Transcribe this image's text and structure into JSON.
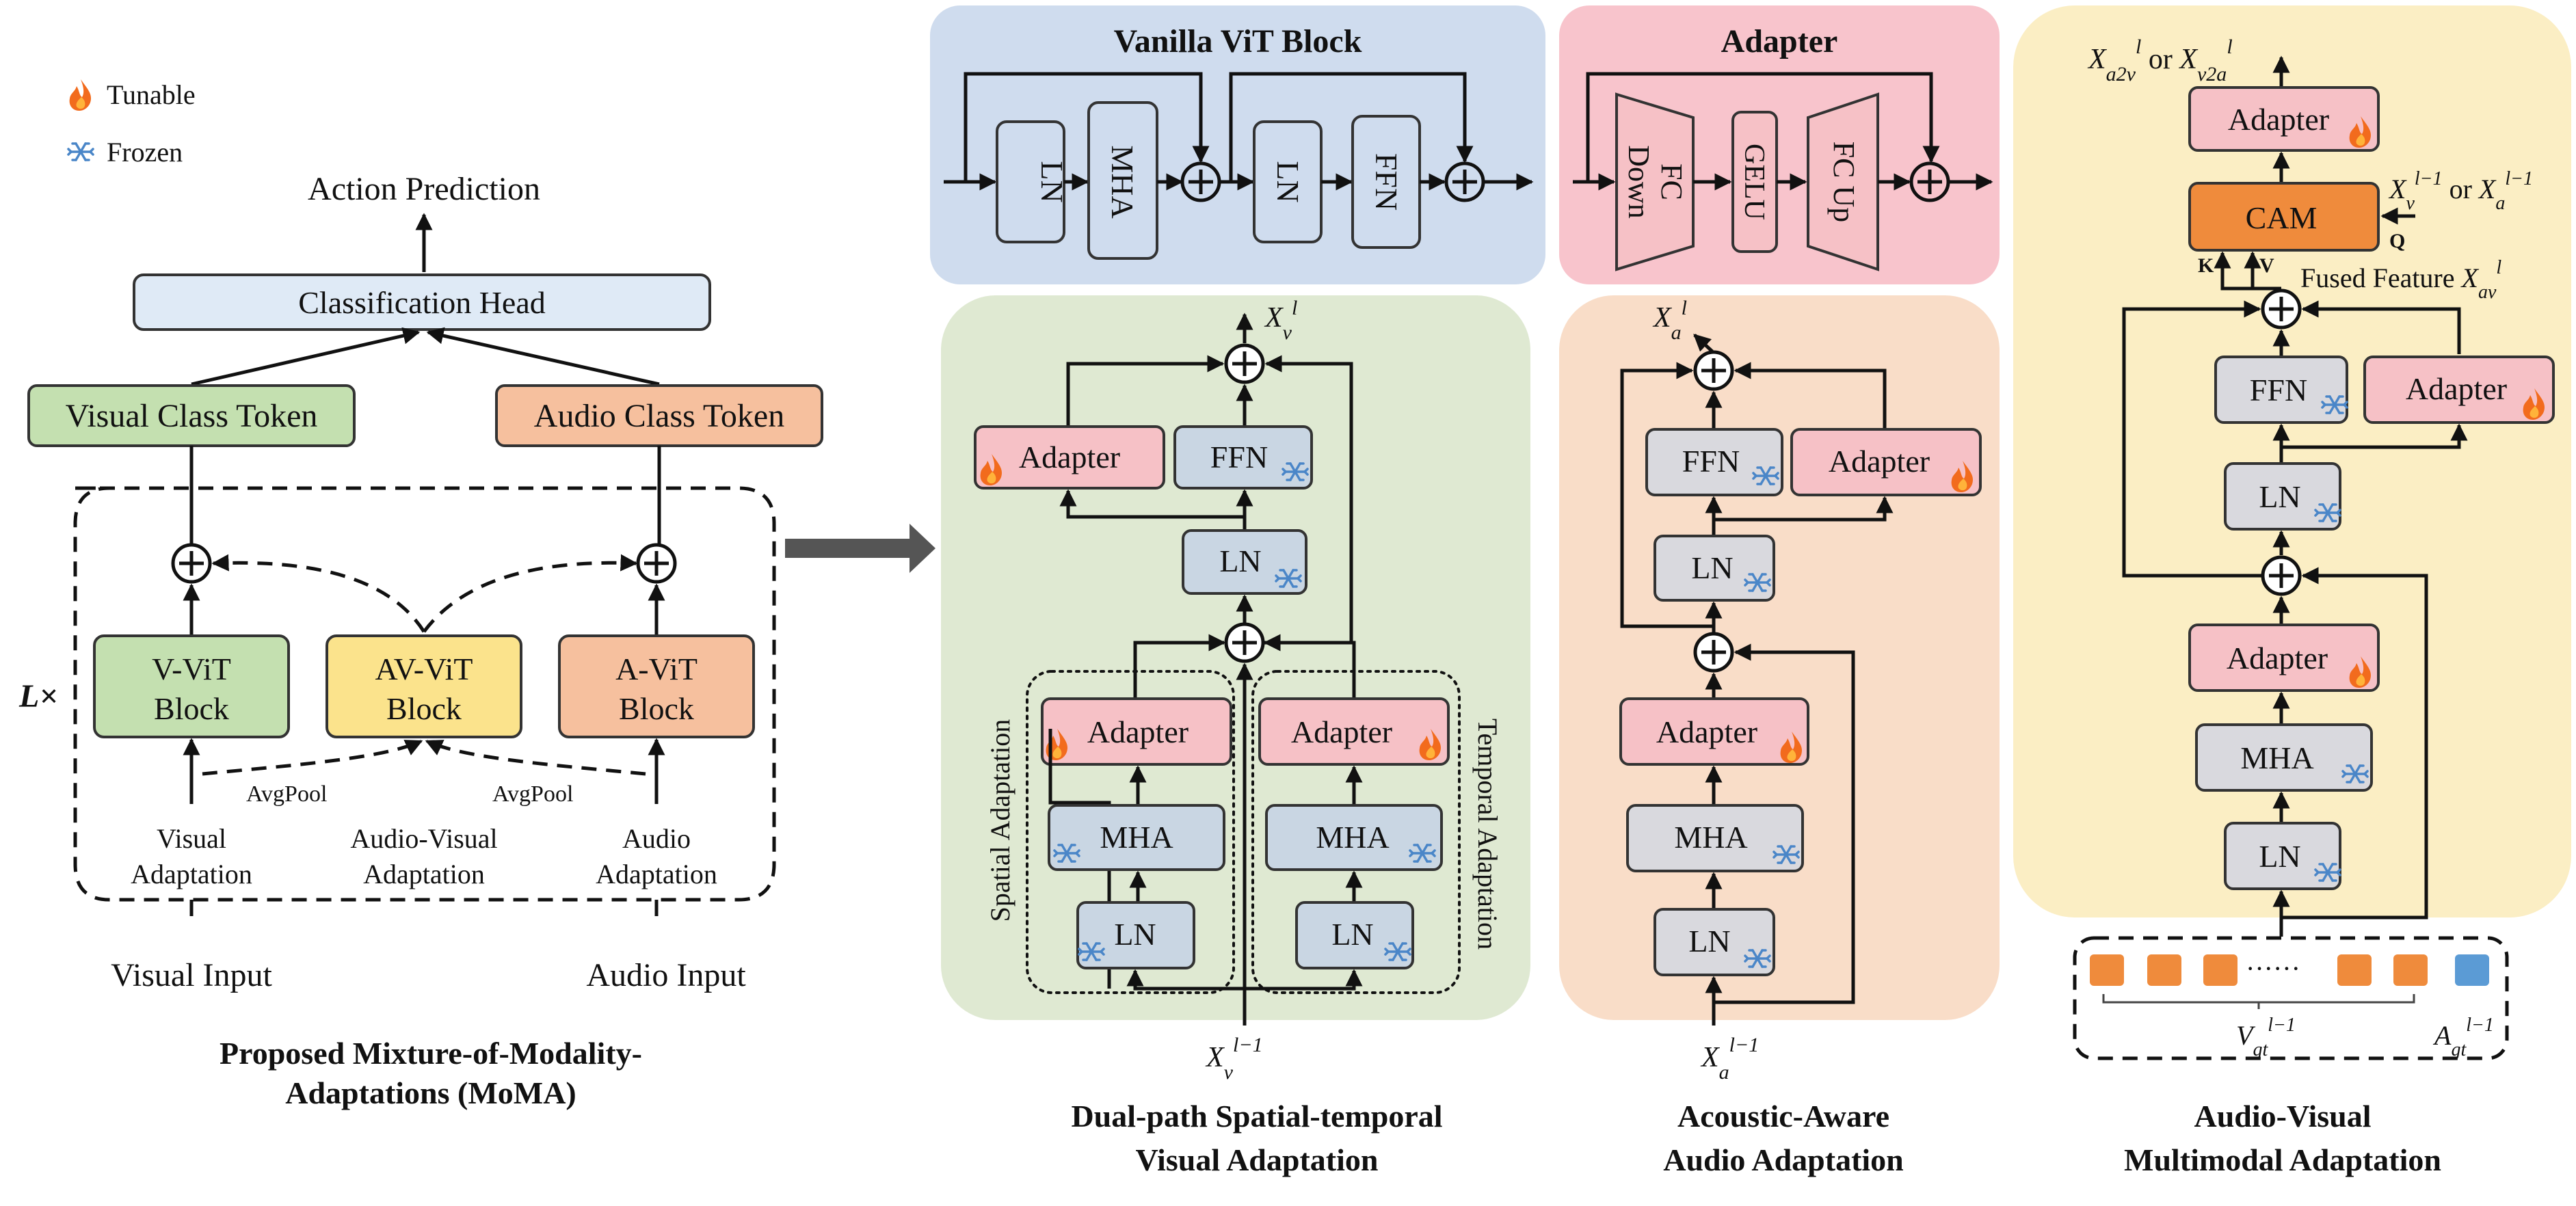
{
  "legend": {
    "tunable": "Tunable",
    "frozen": "Frozen"
  },
  "moma": {
    "action_prediction": "Action Prediction",
    "classification_head": "Classification Head",
    "visual_class_token": "Visual Class Token",
    "audio_class_token": "Audio Class Token",
    "l_times": "L×",
    "v_vit": [
      "V-ViT",
      "Block"
    ],
    "av_vit": [
      "AV-ViT",
      "Block"
    ],
    "a_vit": [
      "A-ViT",
      "Block"
    ],
    "avgpool": "AvgPool",
    "visual_adaptation": [
      "Visual",
      "Adaptation"
    ],
    "audio_visual_adaptation": [
      "Audio-Visual",
      "Adaptation"
    ],
    "audio_adaptation": [
      "Audio",
      "Adaptation"
    ],
    "visual_input": "Visual Input",
    "audio_input": "Audio Input",
    "caption": [
      "Proposed Mixture-of-Modality-",
      "Adaptations (MoMA)"
    ]
  },
  "vit_block": {
    "title": "Vanilla ViT Block",
    "ln": "LN",
    "mha": "MHA",
    "ffn": "FFN"
  },
  "adapter_block": {
    "title": "Adapter",
    "fc_down": [
      "FC",
      "Down"
    ],
    "gelu": "GELU",
    "fc_up": "FC Up"
  },
  "visual_adapt": {
    "out": "X",
    "in": "X",
    "adapter": "Adapter",
    "ffn": "FFN",
    "ln": "LN",
    "mha": "MHA",
    "spatial": "Spatial Adaptation",
    "temporal": "Temporal Adaptation",
    "caption": [
      "Dual-path Spatial-temporal",
      "Visual Adaptation"
    ]
  },
  "audio_adapt": {
    "adapter": "Adapter",
    "ffn": "FFN",
    "ln": "LN",
    "mha": "MHA",
    "caption": [
      "Acoustic-Aware",
      "Audio Adaptation"
    ]
  },
  "av_adapt": {
    "adapter": "Adapter",
    "cam": "CAM",
    "ffn": "FFN",
    "ln": "LN",
    "mha": "MHA",
    "q": "Q",
    "k": "K",
    "v": "V",
    "or": "or",
    "fused": "Fused Feature",
    "dots": "······",
    "caption": [
      "Audio-Visual",
      "Multimodal Adaptation"
    ]
  },
  "colors": {
    "blue_bg": "#cfdcee",
    "pink_bg": "#f8c4cc",
    "green_bg": "#dfe9d2",
    "peach_bg": "#f9ddc8",
    "yellow_bg": "#fbeec4",
    "adapter": "#f6c1c6",
    "frozen_box": "#c9d6e3",
    "gray_box": "#d9d9de",
    "cam": "#ef8b3c",
    "green_box": "#c4e0b0",
    "yellow_box": "#fbe38c",
    "orange_box": "#f6c09e",
    "head_box": "#dfeaf6",
    "token_orange": "#ef8b3c",
    "token_blue": "#5b9bd5",
    "flame": "#f26b1d",
    "snow": "#4a86c8"
  }
}
